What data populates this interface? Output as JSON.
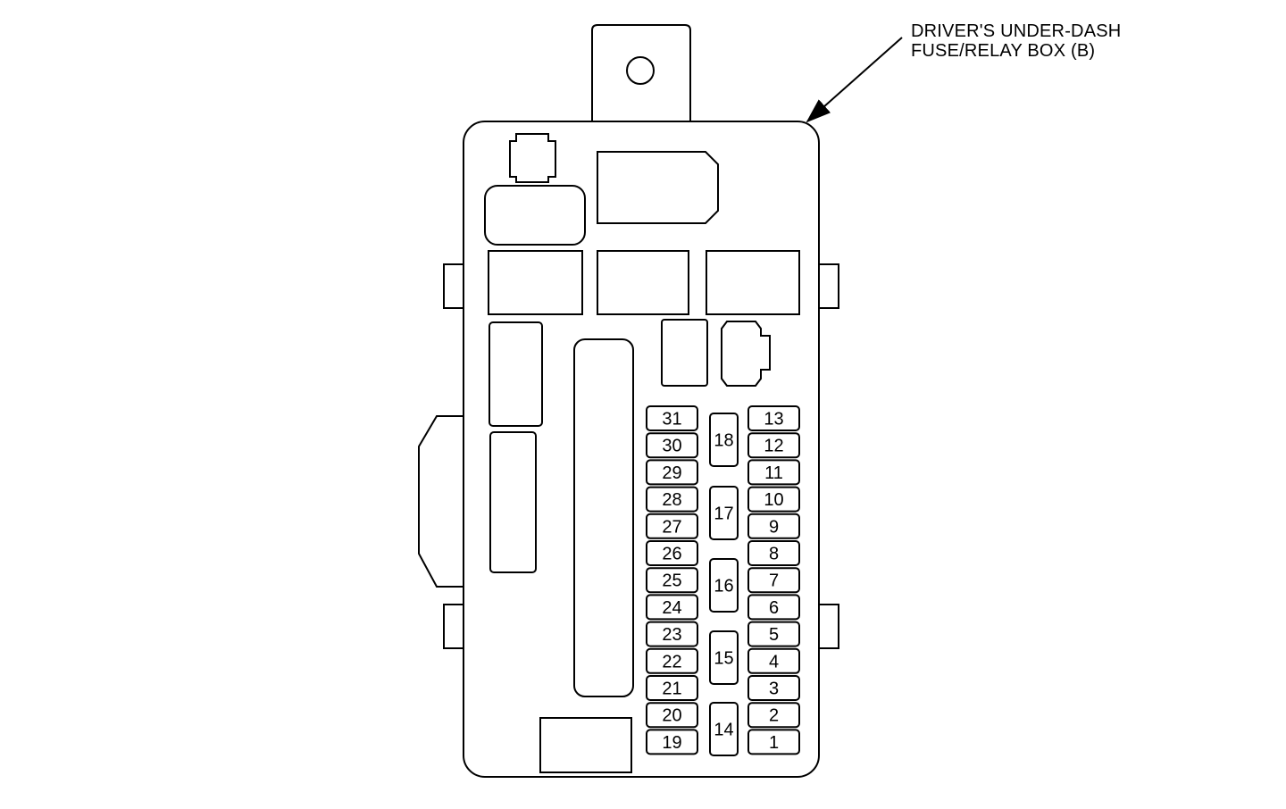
{
  "callout": {
    "line1": "DRIVER'S UNDER-DASH",
    "line2": "FUSE/RELAY BOX (B)"
  },
  "fuses": {
    "left_column": [
      "31",
      "30",
      "29",
      "28",
      "27",
      "26",
      "25",
      "24",
      "23",
      "22",
      "21",
      "20",
      "19"
    ],
    "right_column": [
      "13",
      "12",
      "11",
      "10",
      "9",
      "8",
      "7",
      "6",
      "5",
      "4",
      "3",
      "2",
      "1"
    ],
    "middle_column": [
      "18",
      "17",
      "16",
      "15",
      "14"
    ]
  },
  "colors": {
    "stroke": "#000000",
    "background": "#ffffff"
  }
}
